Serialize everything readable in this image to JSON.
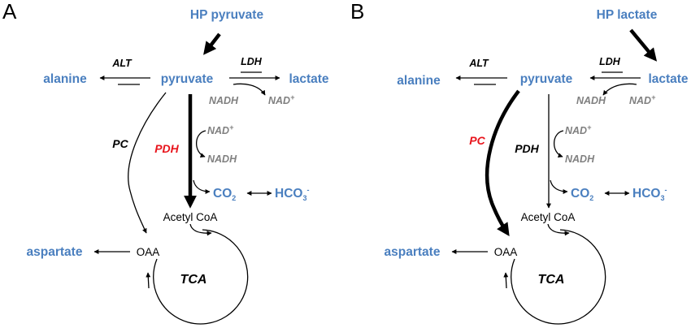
{
  "panels": [
    {
      "letter": "A",
      "source": "HP pyruvate",
      "alanine": "alanine",
      "pyruvate": "pyruvate",
      "lactate": "lactate",
      "alt": "ALT",
      "ldh": "LDH",
      "pc": "PC",
      "pdh": "PDH",
      "nadh_ldh": "NADH",
      "nad_ldh": "NAD",
      "nad_pdh": "NAD",
      "nadh_pdh": "NADH",
      "co2": "CO",
      "co2_sub": "2",
      "hco3": "HCO",
      "hco3_sub": "3",
      "hco3_sup": "-",
      "acetylcoa": "Acetyl CoA",
      "aspartate": "aspartate",
      "oaa": "OAA",
      "tca": "TCA",
      "plus": "+"
    },
    {
      "letter": "B",
      "source": "HP lactate",
      "alanine": "alanine",
      "pyruvate": "pyruvate",
      "lactate": "lactate",
      "alt": "ALT",
      "ldh": "LDH",
      "pc": "PC",
      "pdh": "PDH",
      "nadh_ldh": "NADH",
      "nad_ldh": "NAD",
      "nad_pdh": "NAD",
      "nadh_pdh": "NADH",
      "co2": "CO",
      "co2_sub": "2",
      "hco3": "HCO",
      "hco3_sub": "3",
      "hco3_sup": "-",
      "acetylcoa": "Acetyl CoA",
      "aspartate": "aspartate",
      "oaa": "OAA",
      "tca": "TCA",
      "plus": "+"
    }
  ],
  "colors": {
    "metabolite": "#4a7fbf",
    "highlight_enzyme": "#e8141c",
    "cofactor": "#808080",
    "line": "#000000"
  },
  "highlighted_pathway": {
    "panel_a": "PDH",
    "panel_b": "PC"
  }
}
